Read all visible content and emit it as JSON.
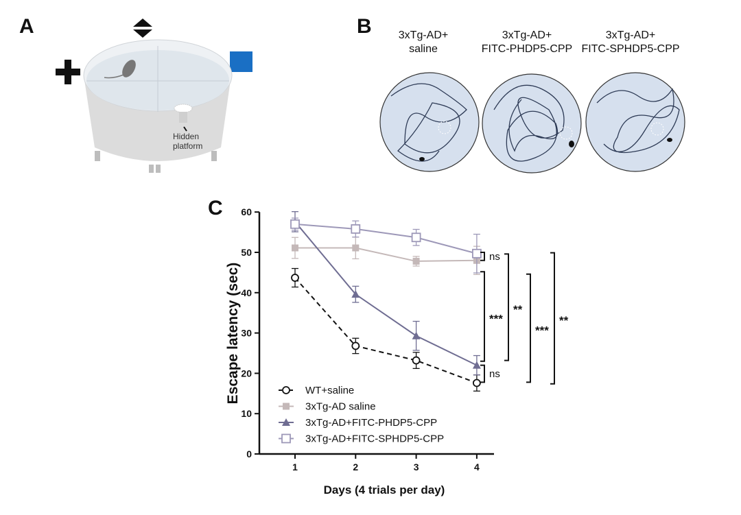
{
  "panels": {
    "a": "A",
    "b": "B",
    "c": "C"
  },
  "panel_a": {
    "platform_label_1": "Hidden",
    "platform_label_2": "platform",
    "cue_color": "#1a6fc4"
  },
  "panel_b": {
    "groups": [
      {
        "line1": "3xTg-AD+",
        "line2": "saline"
      },
      {
        "line1": "3xTg-AD+",
        "line2": "FITC-PHDP5-CPP"
      },
      {
        "line1": "3xTg-AD+",
        "line2": "FITC-SPHDP5-CPP"
      }
    ]
  },
  "chart_data": {
    "type": "line",
    "title": "",
    "xlabel": "Days (4 trials per day)",
    "ylabel": "Escape latency (sec)",
    "x": [
      1,
      2,
      3,
      4
    ],
    "xticks": [
      "1",
      "2",
      "3",
      "4"
    ],
    "yticks": [
      "0",
      "10",
      "20",
      "30",
      "40",
      "50",
      "60"
    ],
    "ylim": [
      0,
      60
    ],
    "grid": false,
    "legend_position": "bottom-left",
    "series": [
      {
        "name": "WT+saline",
        "values": [
          43.7,
          26.8,
          23.2,
          17.6
        ],
        "errors": [
          2.3,
          1.9,
          2.0,
          2.0
        ],
        "color": "#111111",
        "marker": "open-circle",
        "dashed": true
      },
      {
        "name": "3xTg-AD saline",
        "values": [
          51.1,
          51.1,
          47.8,
          48.0
        ],
        "errors": [
          2.6,
          2.7,
          1.2,
          3.5
        ],
        "color": "#c4b8b8",
        "marker": "filled-square",
        "dashed": false
      },
      {
        "name": "3xTg-AD+FITC-PHDP5-CPP",
        "values": [
          57.6,
          39.6,
          29.3,
          22.0
        ],
        "errors": [
          2.5,
          2.0,
          3.6,
          2.4
        ],
        "color": "#6f6d92",
        "marker": "filled-triangle",
        "dashed": false
      },
      {
        "name": "3xTg-AD+FITC-SPHDP5-CPP",
        "values": [
          57.0,
          55.8,
          53.7,
          49.7
        ],
        "errors": [
          1.5,
          2.0,
          2.0,
          4.8
        ],
        "color": "#9d98b8",
        "marker": "open-square",
        "dashed": false
      }
    ],
    "annotations": [
      {
        "label": "ns",
        "y_range": [
          48.0,
          50.0
        ],
        "level": 0
      },
      {
        "label": "***",
        "y_range": [
          23.0,
          45.2
        ],
        "level": 0
      },
      {
        "label": "ns",
        "y_range": [
          17.8,
          22.0
        ],
        "level": 0
      },
      {
        "label": "**",
        "y_range": [
          23.2,
          49.6
        ],
        "level": 1
      },
      {
        "label": "***",
        "y_range": [
          17.8,
          44.6
        ],
        "level": 2
      },
      {
        "label": "**",
        "y_range": [
          17.4,
          49.9
        ],
        "level": 3
      }
    ]
  }
}
